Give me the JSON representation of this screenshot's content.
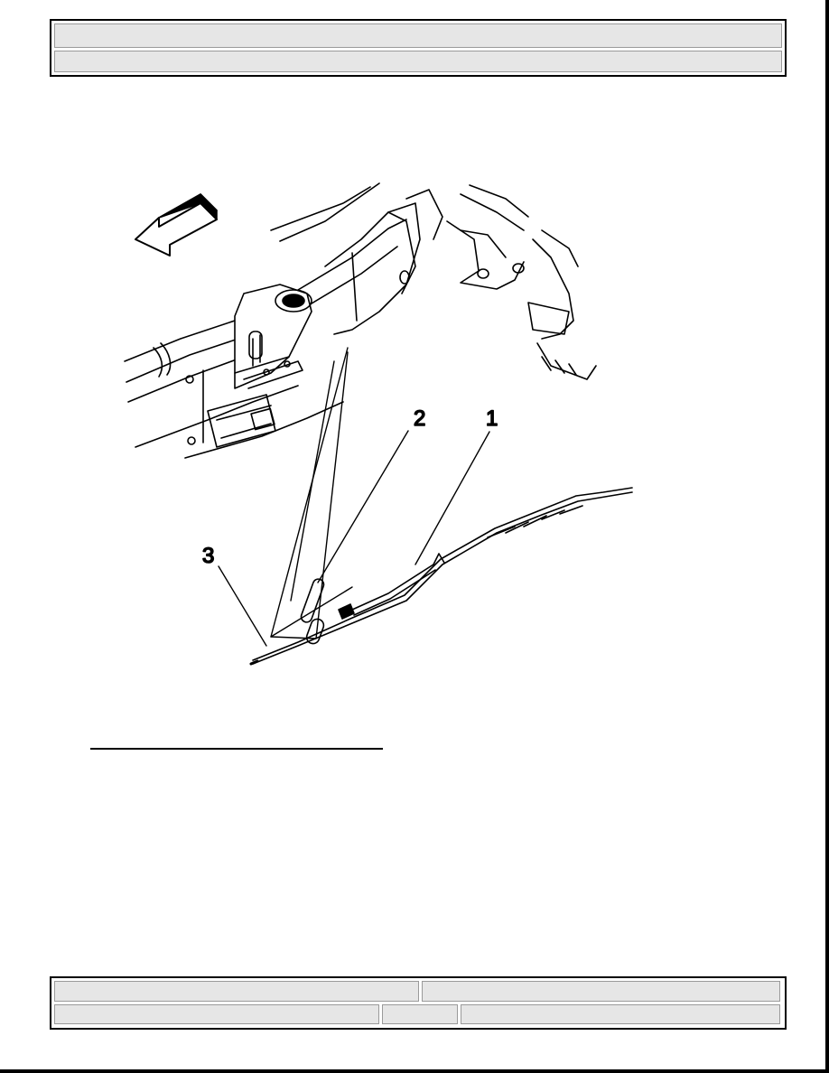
{
  "header": {
    "row1_text": "",
    "row2_text": ""
  },
  "illustration": {
    "callouts": [
      {
        "id": "1",
        "label": "1"
      },
      {
        "id": "2",
        "label": "2"
      },
      {
        "id": "3",
        "label": "3"
      }
    ],
    "colors": {
      "line": "#000000",
      "fill": "#ffffff",
      "arrow": "#000000"
    }
  },
  "footer": {
    "cell1": "",
    "cell2": "",
    "cell3": "",
    "cell4": "",
    "cell5": ""
  }
}
